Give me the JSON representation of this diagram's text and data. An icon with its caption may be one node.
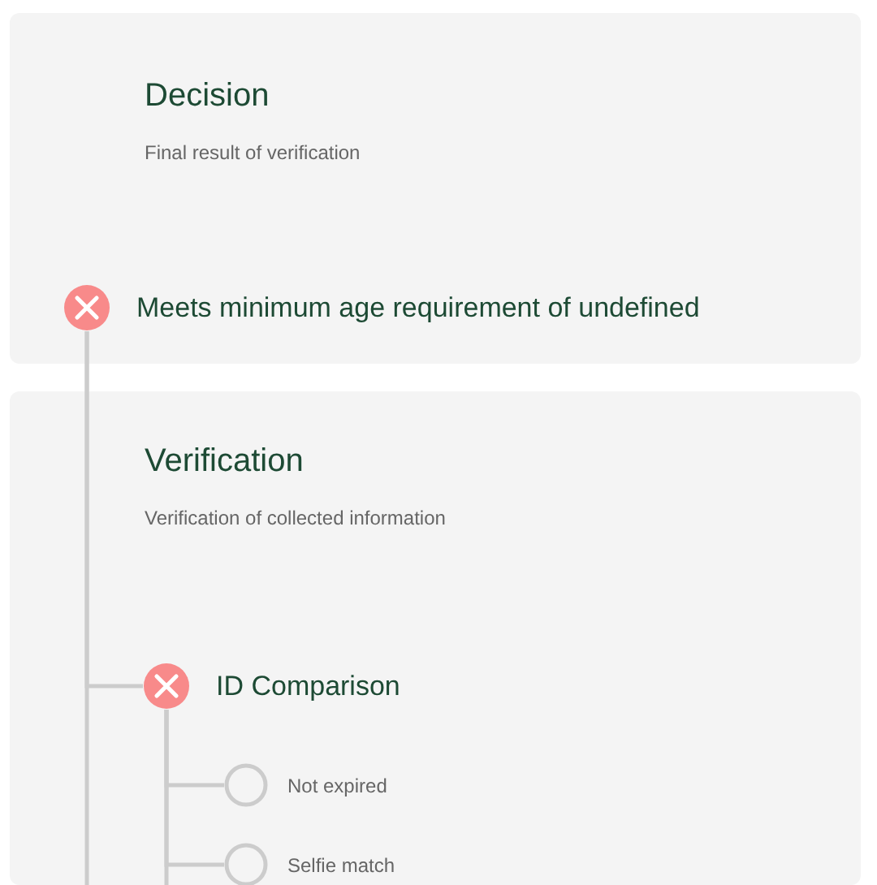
{
  "diagram": {
    "nodes": [
      {
        "text": [
          "Decision",
          "Final result of verification"
        ]
      },
      {
        "text": [
          "Meets minimum age requirement of undefined"
        ],
        "in": 0
      },
      {
        "text": [
          "Verification",
          "Verification of collected information"
        ]
      },
      {
        "text": [
          "ID Comparison"
        ],
        "in": 2
      },
      {
        "text": [
          "Not expired"
        ],
        "in": 2
      },
      {
        "text": [
          "Selfie match"
        ],
        "in": 2
      }
    ],
    "edges": [
      {
        "from": 1,
        "to": 3,
        "arrow": "none"
      },
      {
        "from": 3,
        "to": 4,
        "arrow": "none"
      },
      {
        "from": 3,
        "to": 5,
        "arrow": "none"
      },
      {
        "from": 1,
        "to": null,
        "arrow": "none"
      },
      {
        "from": 3,
        "to": null,
        "arrow": "none"
      }
    ]
  }
}
